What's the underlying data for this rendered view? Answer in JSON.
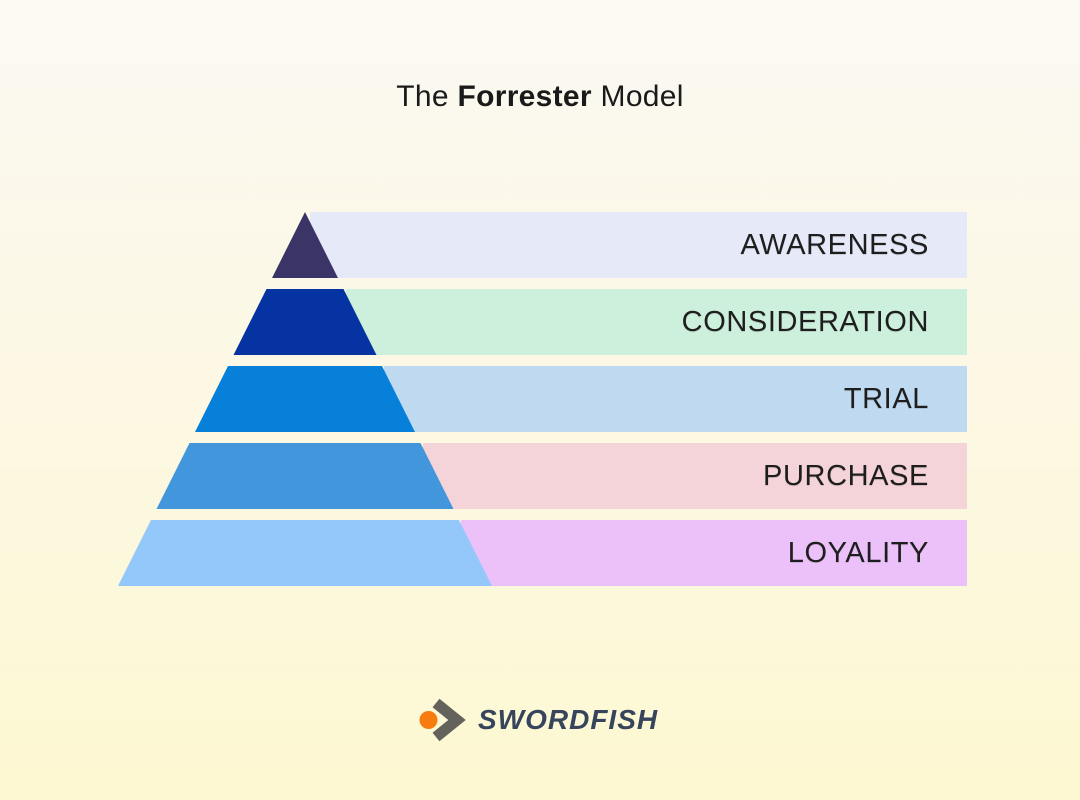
{
  "title": {
    "prefix": "The ",
    "bold": "Forrester",
    "suffix": " Model"
  },
  "rows": [
    {
      "label": "AWARENESS",
      "band_color": "#e6e9f8",
      "segment_color": "#3a3566"
    },
    {
      "label": "CONSIDERATION",
      "band_color": "#cdf0dd",
      "segment_color": "#0533a2"
    },
    {
      "label": "TRIAL",
      "band_color": "#bed9f0",
      "segment_color": "#0680d8"
    },
    {
      "label": "PURCHASE",
      "band_color": "#f4d4d8",
      "segment_color": "#4196dc"
    },
    {
      "label": "LOYALITY",
      "band_color": "#ecc1fa",
      "segment_color": "#94c8fb"
    }
  ],
  "colors": {
    "background_top": "#fbf9f2",
    "background_mid": "#fcf8e2",
    "background_bottom": "#fdf8d1",
    "title_text": "#1a1a1a",
    "label_text": "#1e1e1e"
  },
  "logo": {
    "text": "SWORDFISH",
    "text_color": "#36455c",
    "dot_color": "#f87b10",
    "chevron_color": "#63635c"
  }
}
